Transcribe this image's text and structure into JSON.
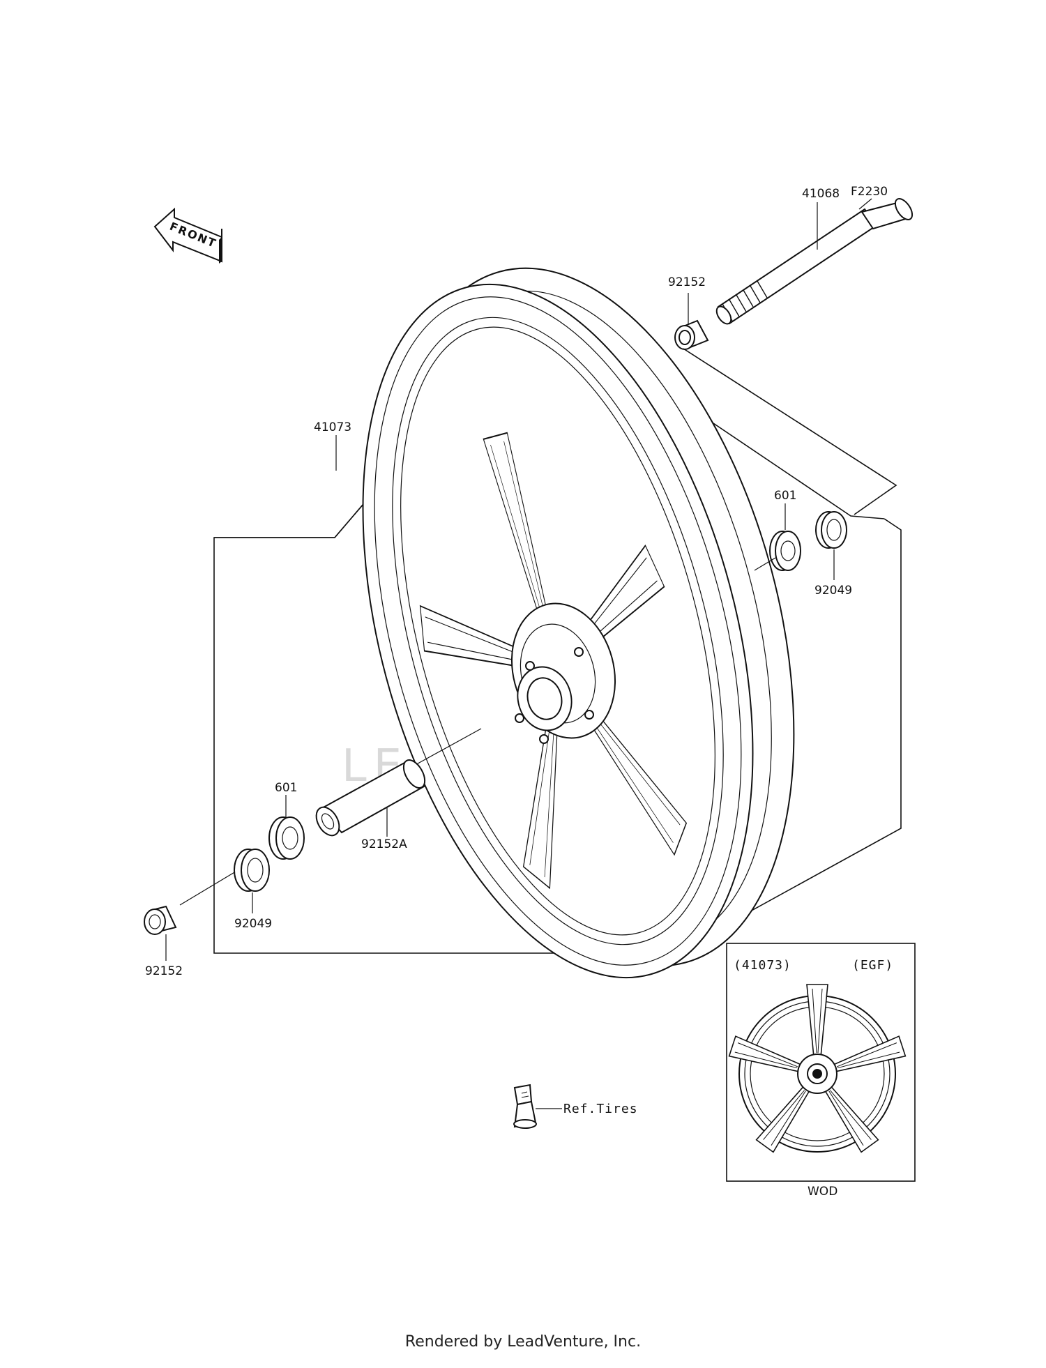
{
  "watermark": "LEADVENTURE",
  "front_badge": "FRONT",
  "callouts": {
    "f2230": "F2230",
    "p41068": "41068",
    "p92152_top": "92152",
    "p41073": "41073",
    "p601_right": "601",
    "p92049_right": "92049",
    "p601_left": "601",
    "p92152a": "92152A",
    "p92049_left": "92049",
    "p92152_left": "92152",
    "ref_tires": "Ref.Tires"
  },
  "inset": {
    "part_ref": "(41073)",
    "code": "(EGF)",
    "color_code": "WOD"
  },
  "footer": "Rendered by LeadVenture, Inc."
}
